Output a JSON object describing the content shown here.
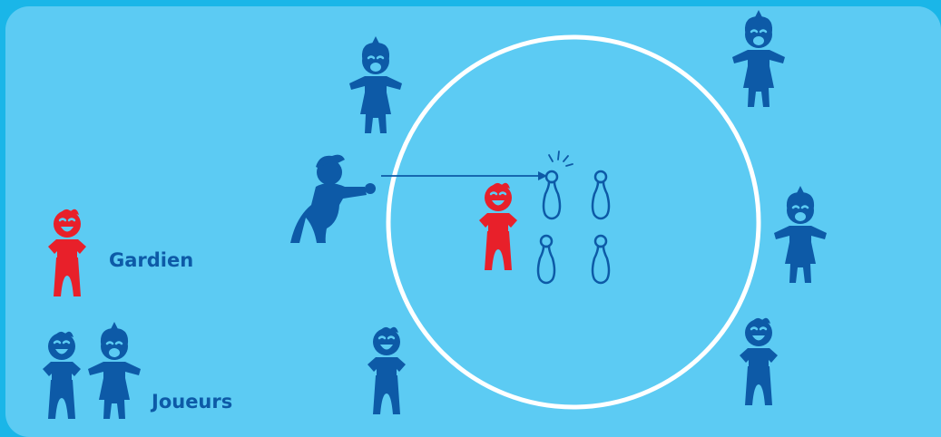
{
  "colors": {
    "frame": "#1ab6e8",
    "field": "#5ccbf3",
    "player": "#0d5aa7",
    "goalkeeper": "#e8202a",
    "circle": "#ffffff"
  },
  "legend": {
    "goalkeeper_label": "Gardien",
    "players_label": "Joueurs"
  },
  "scene": {
    "zone": "circle",
    "goalkeeper_count": 1,
    "players_around_circle": 6,
    "thrower_count": 1,
    "skittle_count": 4,
    "skittles_arrangement": "2x2",
    "target_skittle": "top-left"
  }
}
